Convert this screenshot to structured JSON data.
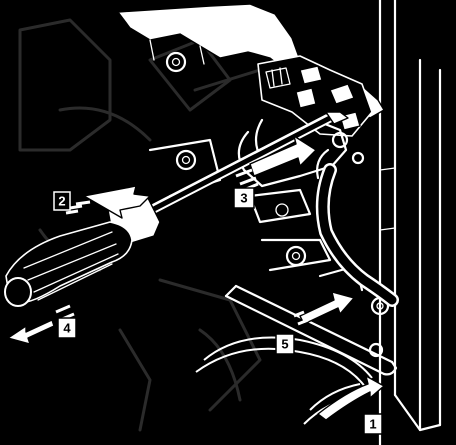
{
  "steps": [
    {
      "id": 1,
      "label": "1"
    },
    {
      "id": 2,
      "label": "2"
    },
    {
      "id": 3,
      "label": "3"
    },
    {
      "id": 4,
      "label": "4"
    },
    {
      "id": 5,
      "label": "5"
    }
  ]
}
